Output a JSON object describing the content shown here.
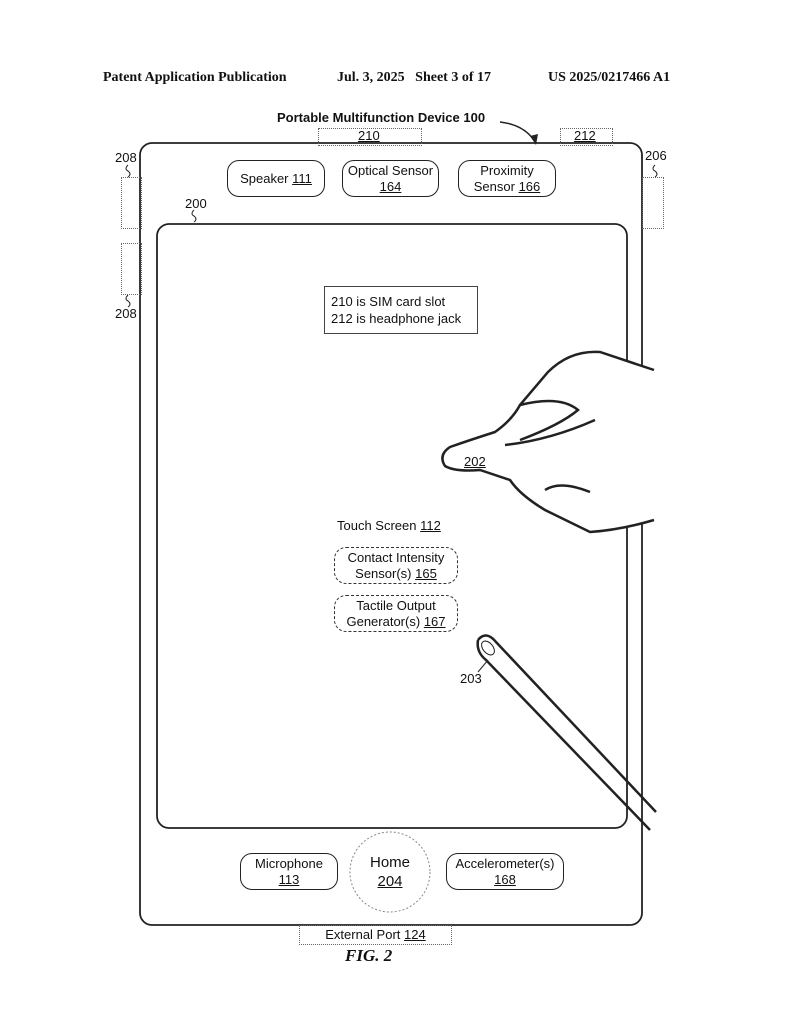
{
  "header": {
    "left": "Patent Application Publication",
    "middle": "Jul. 3, 2025   Sheet 3 of 17",
    "right": "US 2025/0217466 A1"
  },
  "title": "Portable Multifunction Device 100",
  "refs": {
    "sim": "210",
    "jack": "212",
    "button_top": "208",
    "button_bottom": "208",
    "side": "206",
    "screen": "200",
    "finger": "202",
    "stylus": "203"
  },
  "top": {
    "speaker": {
      "label": "Speaker",
      "num": "111"
    },
    "optical": {
      "label": "Optical Sensor",
      "num": "164"
    },
    "proximity": {
      "label1": "Proximity",
      "label2": "Sensor",
      "num": "166"
    }
  },
  "note": {
    "line1": "210 is SIM card slot",
    "line2": "212 is headphone jack"
  },
  "screen": {
    "label": "Touch Screen",
    "num": "112",
    "contact": {
      "line1": "Contact Intensity",
      "line2": "Sensor(s)",
      "num": "165"
    },
    "tactile": {
      "line1": "Tactile Output",
      "line2": "Generator(s)",
      "num": "167"
    }
  },
  "bottom": {
    "mic": {
      "label": "Microphone",
      "num": "113"
    },
    "home": {
      "label": "Home",
      "num": "204"
    },
    "accel": {
      "label": "Accelerometer(s)",
      "num": "168"
    },
    "port": {
      "label": "External Port",
      "num": "124"
    }
  },
  "caption": "FIG. 2"
}
